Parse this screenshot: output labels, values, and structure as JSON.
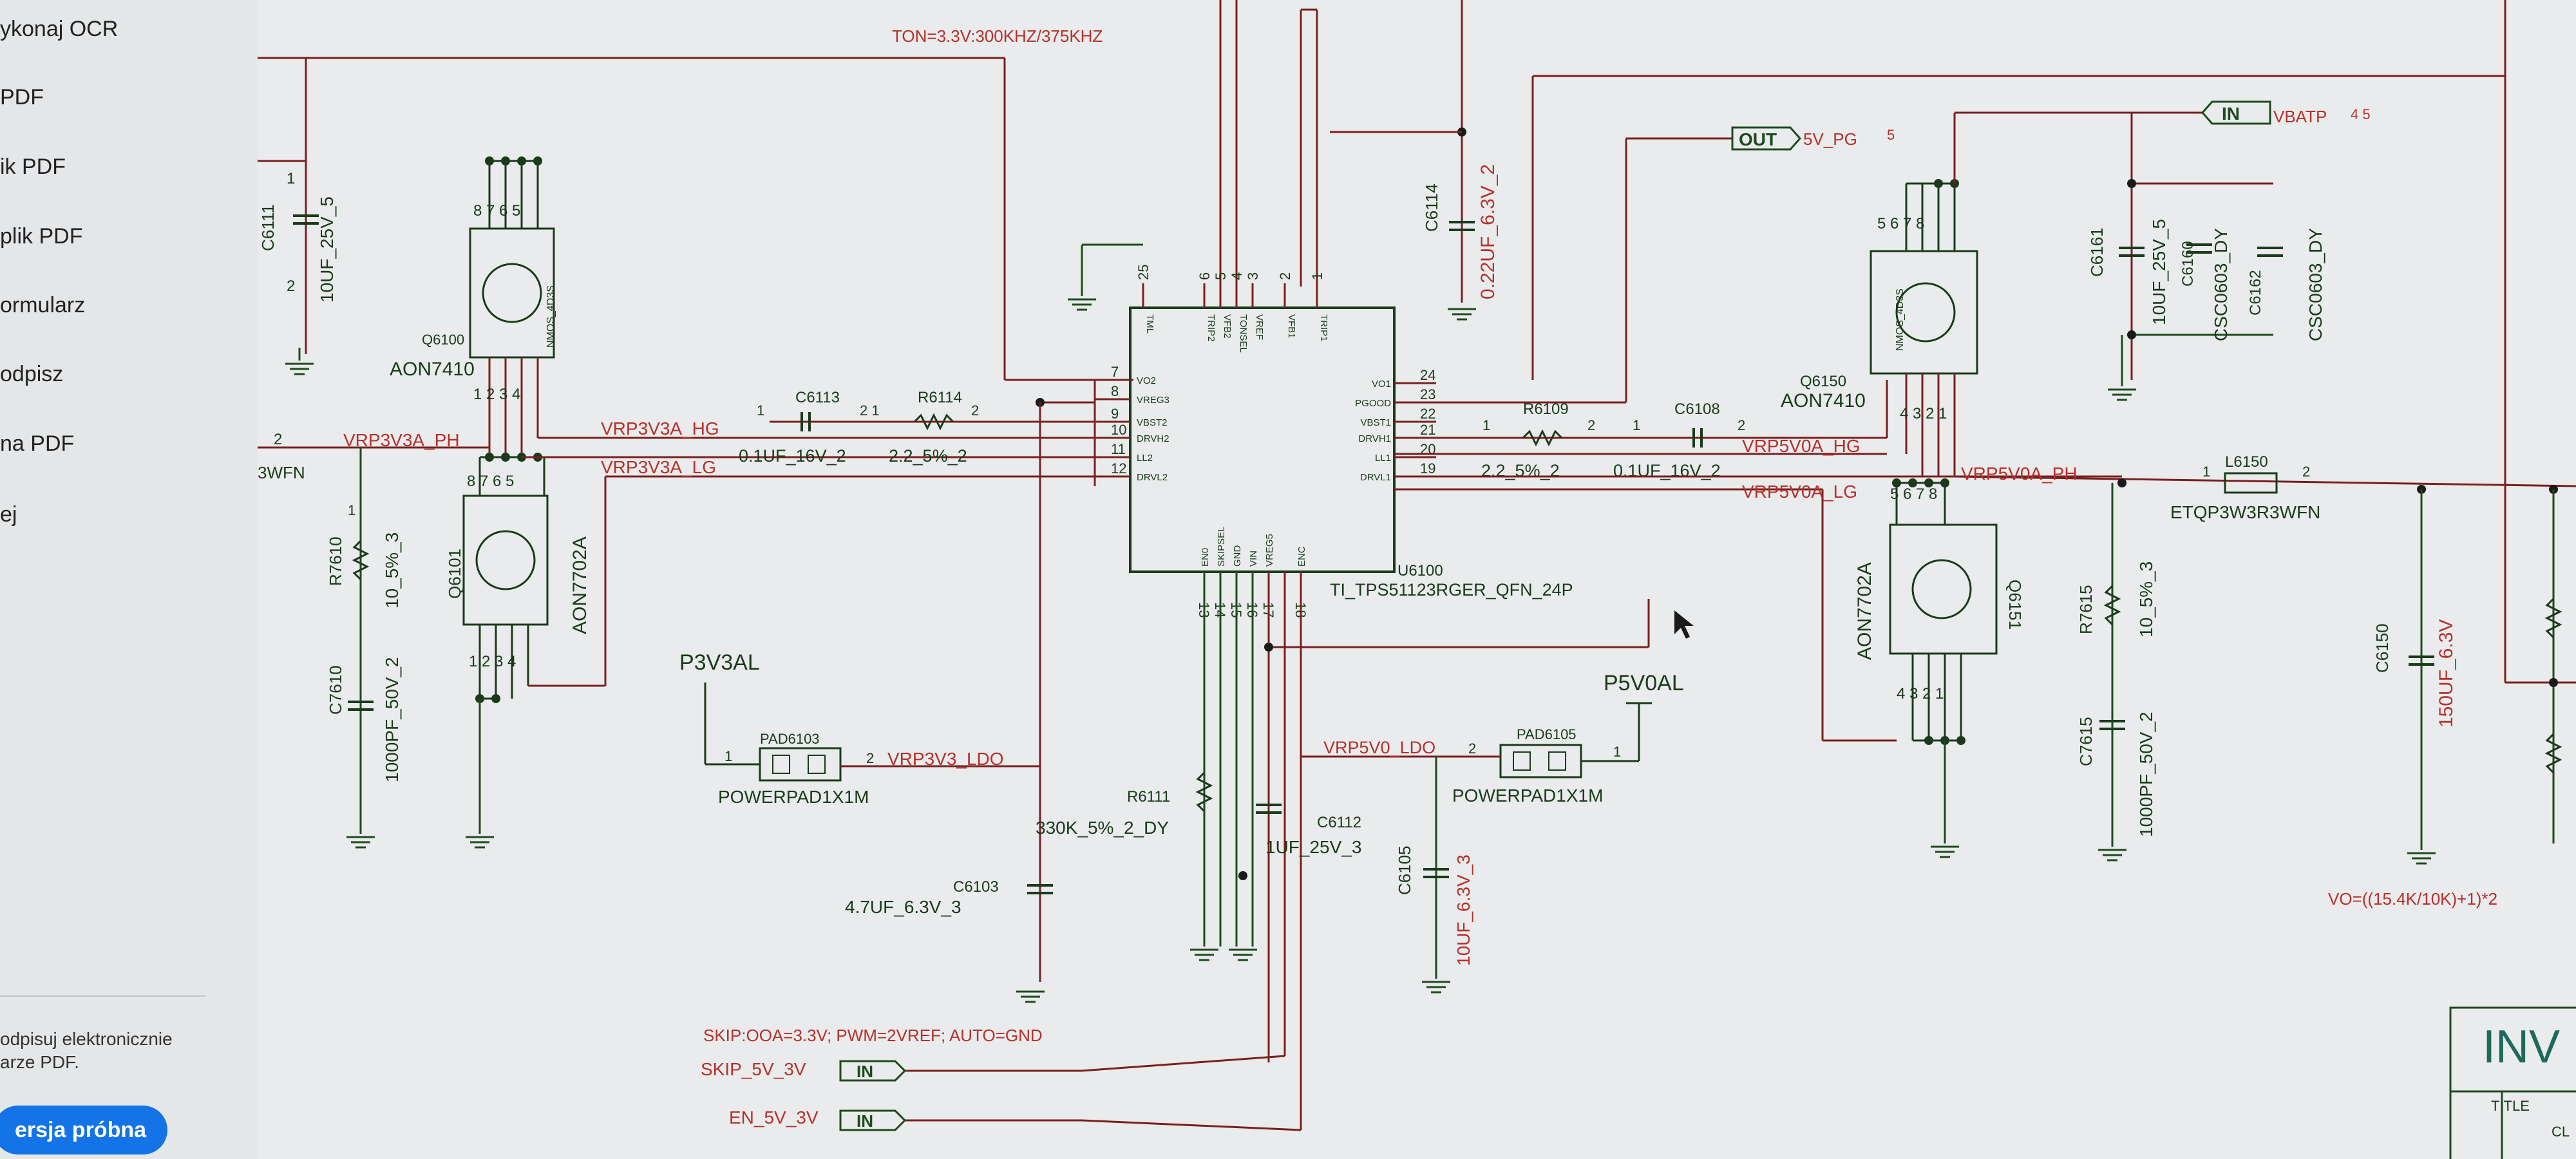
{
  "sidebar": {
    "items": [
      {
        "label": "ykonaj OCR"
      },
      {
        "label": "PDF"
      },
      {
        "label": "ik PDF"
      },
      {
        "label": "plik PDF"
      },
      {
        "label": "ormularz"
      },
      {
        "label": "odpisz"
      },
      {
        "label": "na PDF"
      },
      {
        "label": "ej"
      }
    ],
    "promo_line1": "odpisuj elektronicznie",
    "promo_line2": "arze PDF.",
    "trial_button": "ersja próbna"
  },
  "schematic": {
    "notes": {
      "ton": "TON=3.3V:300KHZ/375KHZ",
      "skip": "SKIP:OOA=3.3V; PWM=2VREF; AUTO=GND",
      "vo": "VO=((15.4K/10K)+1)*2"
    },
    "ic": {
      "ref": "U6100",
      "part": "TI_TPS51123RGER_QFN_24P",
      "top_pins": [
        {
          "num": "25",
          "name": "TML"
        },
        {
          "num": "6",
          "name": "TRIP2"
        },
        {
          "num": "5",
          "name": "VFB2"
        },
        {
          "num": "4",
          "name": "TONSEL"
        },
        {
          "num": "3",
          "name": "VREF"
        },
        {
          "num": "2",
          "name": "VFB1"
        },
        {
          "num": "1",
          "name": "TRIP1"
        }
      ],
      "left_pins": [
        {
          "num": "7",
          "name": "VO2"
        },
        {
          "num": "8",
          "name": "VREG3"
        },
        {
          "num": "9",
          "name": "VBST2"
        },
        {
          "num": "10",
          "name": "DRVH2"
        },
        {
          "num": "11",
          "name": "LL2"
        },
        {
          "num": "12",
          "name": "DRVL2"
        }
      ],
      "right_pins": [
        {
          "num": "24",
          "name": "VO1"
        },
        {
          "num": "23",
          "name": "PGOOD"
        },
        {
          "num": "22",
          "name": "VBST1"
        },
        {
          "num": "21",
          "name": "DRVH1"
        },
        {
          "num": "20",
          "name": "LL1"
        },
        {
          "num": "19",
          "name": "DRVL1"
        }
      ],
      "bottom_pins": [
        {
          "num": "13",
          "name": "EN0"
        },
        {
          "num": "14",
          "name": "SKIPSEL"
        },
        {
          "num": "15",
          "name": "GND"
        },
        {
          "num": "16",
          "name": "VIN"
        },
        {
          "num": "17",
          "name": "VREG5"
        },
        {
          "num": "18",
          "name": "ENC"
        }
      ]
    },
    "nets": {
      "ph3": "VRP3V3A_PH",
      "hg3": "VRP3V3A_HG",
      "lg3": "VRP3V3A_LG",
      "hg5": "VRP5V0A_HG",
      "lg5": "VRP5V0A_LG",
      "ph5": "VRP5V0A_PH",
      "ldo3": "VRP3V3_LDO",
      "ldo5": "VRP5V0_LDO",
      "p3v3al": "P3V3AL",
      "p5v0al": "P5V0AL",
      "left_cut": "3WFN",
      "pg_port": "OUT",
      "pg_net": "5V_PG",
      "pg_sheet": "5",
      "vbatp_port": "IN",
      "vbatp_net": "VBATP",
      "vbatp_sheet": "4 5",
      "skip_net": "SKIP_5V_3V",
      "en_net": "EN_5V_3V",
      "in_label": "IN"
    },
    "components": {
      "c6111": {
        "ref": "C6111",
        "value": "10UF_25V_5"
      },
      "q6100": {
        "ref": "Q6100",
        "part": "AON7410",
        "inner": "NMOS_4D3S"
      },
      "q6101": {
        "ref": "Q6101",
        "part": "AON7702A"
      },
      "r7610": {
        "ref": "R7610",
        "value": "10_5%_3"
      },
      "c7610": {
        "ref": "C7610",
        "value": "1000PF_50V_2"
      },
      "c6113": {
        "ref": "C6113",
        "value": "0.1UF_16V_2"
      },
      "r6114": {
        "ref": "R6114",
        "value": "2.2_5%_2"
      },
      "c6114": {
        "ref": "C6114",
        "value": "0.22UF_6.3V_2"
      },
      "r6109": {
        "ref": "R6109",
        "value": "2.2_5%_2"
      },
      "c6108": {
        "ref": "C6108",
        "value": "0.1UF_16V_2"
      },
      "q6150": {
        "ref": "Q6150",
        "part": "AON7410",
        "inner": "NMOS_4D3S"
      },
      "q6151": {
        "ref": "Q6151",
        "part": "AON7702A"
      },
      "c6161": {
        "ref": "C6161",
        "value": "10UF_25V_5"
      },
      "c6160": {
        "ref": "C6160",
        "value": "CSC0603_DY"
      },
      "c6162": {
        "ref": "C6162",
        "value": "CSC0603_DY"
      },
      "l6150": {
        "ref": "L6150",
        "value": "ETQP3W3R3WFN"
      },
      "r7615": {
        "ref": "R7615",
        "value": "10_5%_3"
      },
      "c7615": {
        "ref": "C7615",
        "value": "1000PF_50V_2"
      },
      "c6150": {
        "ref": "C6150",
        "value": "150UF_6.3V"
      },
      "pad6103": {
        "ref": "PAD6103",
        "value": "POWERPAD1X1M"
      },
      "pad6105": {
        "ref": "PAD6105",
        "value": "POWERPAD1X1M"
      },
      "r6111": {
        "ref": "R6111",
        "value": "330K_5%_2_DY"
      },
      "c6112": {
        "ref": "C6112",
        "value": "1UF_25V_3"
      },
      "c6103": {
        "ref": "C6103",
        "value": "4.7UF_6.3V_3"
      },
      "c6105": {
        "ref": "C6105",
        "value": "10UF_6.3V_3"
      }
    },
    "title_block": {
      "title_big": "INV",
      "title_label": "TITLE",
      "cl": "CL"
    }
  },
  "colors": {
    "wire": "#7a1f1f",
    "net": "#b7302a",
    "body": "#1a3a1a",
    "ground": "#1e4a1e"
  }
}
